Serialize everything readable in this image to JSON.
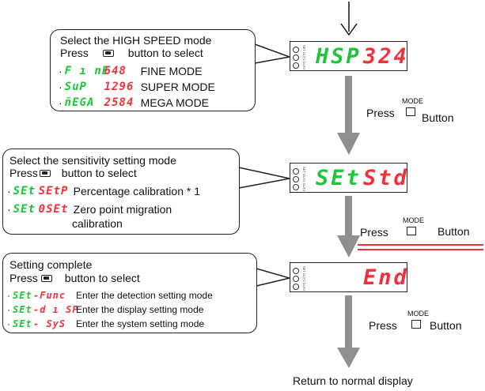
{
  "box1": {
    "line1": "Select the HIGH SPEED mode",
    "line2_pre": "Press",
    "line2_post": "button to select",
    "items": [
      {
        "seg_g": "F ı nE",
        "seg_r": "648",
        "label": "FINE MODE"
      },
      {
        "seg_g": "SuP",
        "seg_r": "1296",
        "label": "SUPER MODE"
      },
      {
        "seg_g": "ñEGA",
        "seg_r": "2584",
        "label": "MEGA MODE"
      }
    ]
  },
  "box2": {
    "line1": "Select the sensitivity setting mode",
    "line2_pre": "Press",
    "line2_post": "button to select",
    "items": [
      {
        "seg_g": "SEt",
        "seg_r": "SEtP",
        "label": "Percentage calibration * 1"
      },
      {
        "seg_g": "SEt",
        "seg_r": "0SEt",
        "label": "Zero point migration",
        "label2": "calibration"
      }
    ]
  },
  "box3": {
    "line1": "Setting complete",
    "line2_pre": "Press",
    "line2_post": "button to select",
    "items": [
      {
        "seg_g": "SEt",
        "seg_r": "-Func",
        "label": "Enter the detection setting mode"
      },
      {
        "seg_g": "SEt",
        "seg_r": "-d ı SP",
        "label": "Enter the display setting mode"
      },
      {
        "seg_g": "SEt",
        "seg_r": "-  SyS",
        "label": "Enter the system setting mode"
      }
    ]
  },
  "displays": [
    {
      "left": "HSP",
      "right": "324"
    },
    {
      "left": "SEt",
      "right": "Std"
    },
    {
      "left": "",
      "right": "End"
    }
  ],
  "led_labels": "SET OUT1 OUT2",
  "press_steps": [
    {
      "press": "Press",
      "mode": "MODE",
      "button": "Button"
    },
    {
      "press": "Press",
      "mode": "MODE",
      "button": "Button"
    },
    {
      "press": "Press",
      "mode": "MODE",
      "button": "Button"
    }
  ],
  "footer": "Return to normal display",
  "colors": {
    "green": "#1fc53a",
    "red": "#f0313b",
    "arrow": "#8f8f8f",
    "highlight": "#e8333b"
  }
}
